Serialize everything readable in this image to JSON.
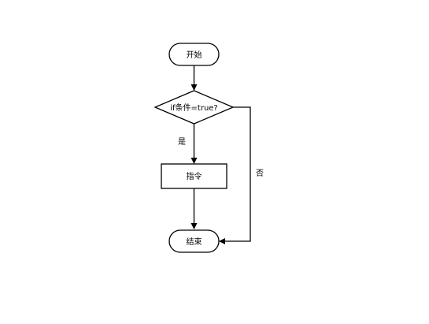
{
  "diagram": {
    "nodes": {
      "start": "开始",
      "condition": "if条件=true?",
      "instruction": "指令",
      "end": "结束"
    },
    "edges": {
      "yes_label": "是",
      "no_label": "否"
    }
  }
}
